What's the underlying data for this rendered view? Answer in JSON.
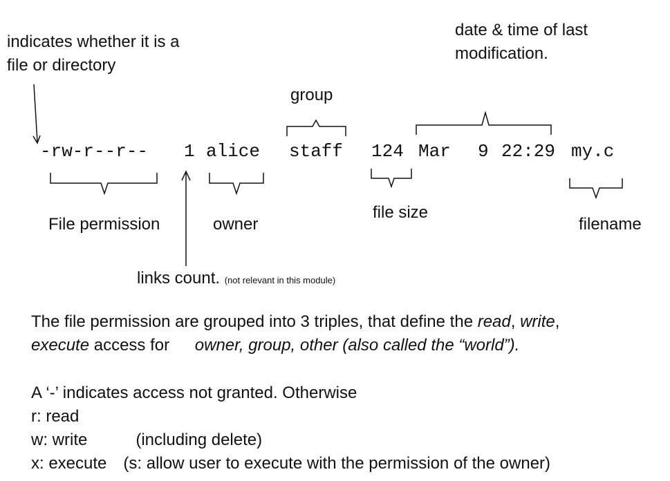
{
  "annotations": {
    "type_note_1": "indicates whether it is a",
    "type_note_2": "file or directory",
    "date_note_1": "date & time of last",
    "date_note_2": "modification.",
    "group": "group",
    "file_permission": "File permission",
    "owner": "owner",
    "file_size": "file size",
    "filename": "filename",
    "links_count": "links count.",
    "links_note": "(not relevant in this module)"
  },
  "listing": {
    "permissions": "-rw-r--r--",
    "links": "1",
    "owner": "alice",
    "group": "staff",
    "size": "124",
    "month": "Mar",
    "day": "9",
    "time": "22:29",
    "name": "my.c"
  },
  "explanation": {
    "line1_a": "The file permission are grouped into 3 triples, that define the ",
    "line1_read": "read",
    "line1_comma": ", ",
    "line1_write": "write",
    "line1_end": ",",
    "line2_execute": "execute",
    "line2_mid": " access for ",
    "line2_italic": "owner, group, other (also called the “world”).",
    "legend_intro": "A ‘-’  indicates access not granted. Otherwise",
    "r_line": "r:  read",
    "w_key": "w: write",
    "w_note": "(including delete)",
    "x_key": "x:  execute",
    "x_note": "(s: allow user to execute with the permission of the owner)"
  }
}
